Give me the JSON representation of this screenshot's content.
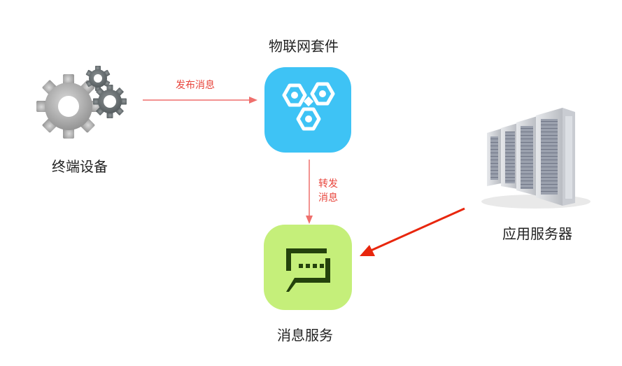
{
  "nodes": {
    "device": {
      "label": "终端设备",
      "icon": "gears-icon"
    },
    "iot_suite": {
      "label": "物联网套件",
      "icon": "gears-hex-icon",
      "color": "#3ec3f5"
    },
    "message_service": {
      "label": "消息服务",
      "icon": "message-bubble-icon",
      "color": "#c5ef7a"
    },
    "app_server": {
      "label": "应用服务器",
      "icon": "server-rack-icon"
    }
  },
  "edges": {
    "publish": {
      "label": "发布消息",
      "color": "#ef6f6c"
    },
    "forward": {
      "line1": "转发",
      "line2": "消息",
      "color": "#ef6f6c"
    },
    "app_to_msg": {
      "color": "#e8260d"
    }
  }
}
